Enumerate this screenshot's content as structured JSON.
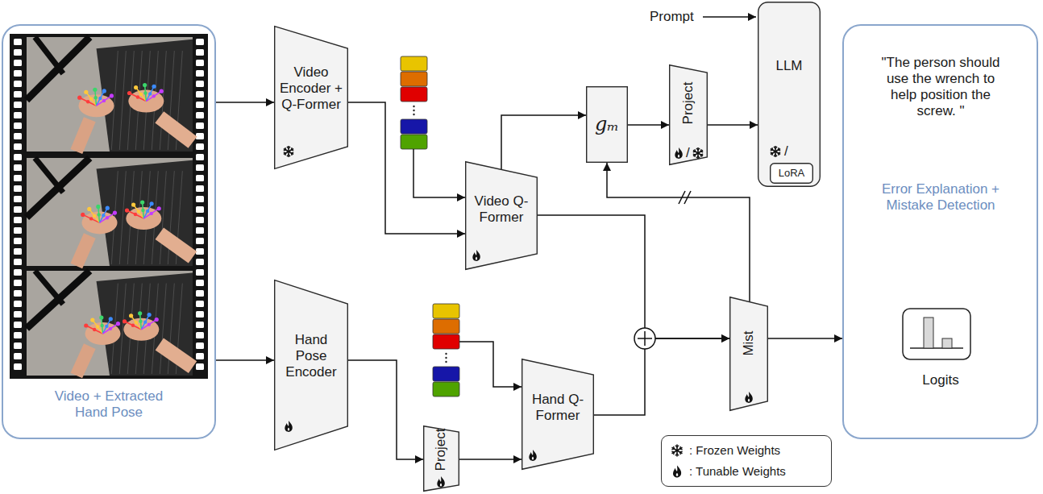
{
  "diagram": {
    "nodes": [
      {
        "text": [
          "Video + Extracted Hand Pose"
        ]
      },
      {
        "text": [
          "Video Encoder + Q-Former"
        ]
      },
      {
        "text": [
          "Video Q-Former"
        ]
      },
      {
        "text": [
          "gₘ"
        ]
      },
      {
        "text": [
          "Project"
        ]
      },
      {
        "text": [
          "LLM"
        ]
      },
      {
        "text": [
          "LoRA"
        ],
        "in": 5
      },
      {
        "text": [
          "Hand Pose Encoder"
        ]
      },
      {
        "text": [
          "Project"
        ]
      },
      {
        "text": [
          "Hand Q-Former"
        ]
      },
      {
        "text": [
          "Mist"
        ]
      },
      {
        "text": [
          "\"The person should use the wrench to help position the screw. \"",
          "Error Explanation + Mistake Detection",
          "Logits"
        ]
      }
    ],
    "edges": [
      {
        "from": 0,
        "to": 1,
        "arrow": "to"
      },
      {
        "from": 0,
        "to": 7,
        "arrow": "to"
      },
      {
        "from": 1,
        "to": 2,
        "arrow": "to"
      },
      {
        "from": 2,
        "to": 3,
        "arrow": "to"
      },
      {
        "from": 3,
        "to": 4,
        "arrow": "to"
      },
      {
        "from": 4,
        "to": 5,
        "arrow": "to"
      },
      {
        "from": 2,
        "to": 10,
        "arrow": "to"
      },
      {
        "from": 7,
        "to": 8,
        "arrow": "to"
      },
      {
        "from": 8,
        "to": 9,
        "arrow": "to"
      },
      {
        "from": 9,
        "to": 10,
        "arrow": "to"
      },
      {
        "from": 10,
        "to": 3,
        "arrow": "to"
      },
      {
        "from": 10,
        "to": 11,
        "arrow": "to"
      }
    ],
    "labels": [
      "Prompt",
      "/",
      "/"
    ],
    "legend": [
      {
        "text": ": Frozen Weights"
      },
      {
        "text": ": Tunable Weights"
      }
    ]
  }
}
